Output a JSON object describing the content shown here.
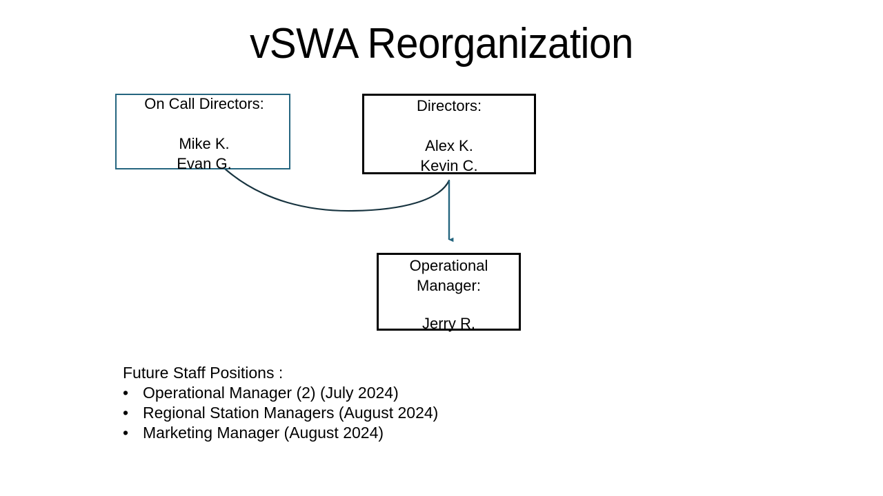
{
  "slide": {
    "title": "vSWA Reorganization",
    "background_color": "#FFFFFF",
    "text_color": "#000000"
  },
  "org_chart": {
    "accent_color": "#24657F",
    "box_border_black": "#000000",
    "boxes": [
      {
        "id": "on-call-directors",
        "border_color": "#24657F",
        "heading": "On Call Directors:",
        "members": [
          "Mike K.",
          "Evan G."
        ]
      },
      {
        "id": "directors",
        "border_color": "#000000",
        "heading": "Directors:",
        "members": [
          "Alex K.",
          "Kevin C."
        ]
      },
      {
        "id": "operational-manager",
        "border_color": "#000000",
        "heading_line_1": "Operational",
        "heading_line_2": "Manager:",
        "members": [
          "Jerry R."
        ]
      }
    ],
    "connector": {
      "name": "curved-connector-arrow",
      "color": "#24657F",
      "arrow_direction": "down"
    }
  },
  "future_staff": {
    "heading": "Future Staff Positions :",
    "bullet_glyph": "•",
    "items": [
      "Operational Manager (2) (July 2024)",
      "Regional Station Managers (August 2024)",
      "Marketing Manager (August 2024)"
    ]
  }
}
